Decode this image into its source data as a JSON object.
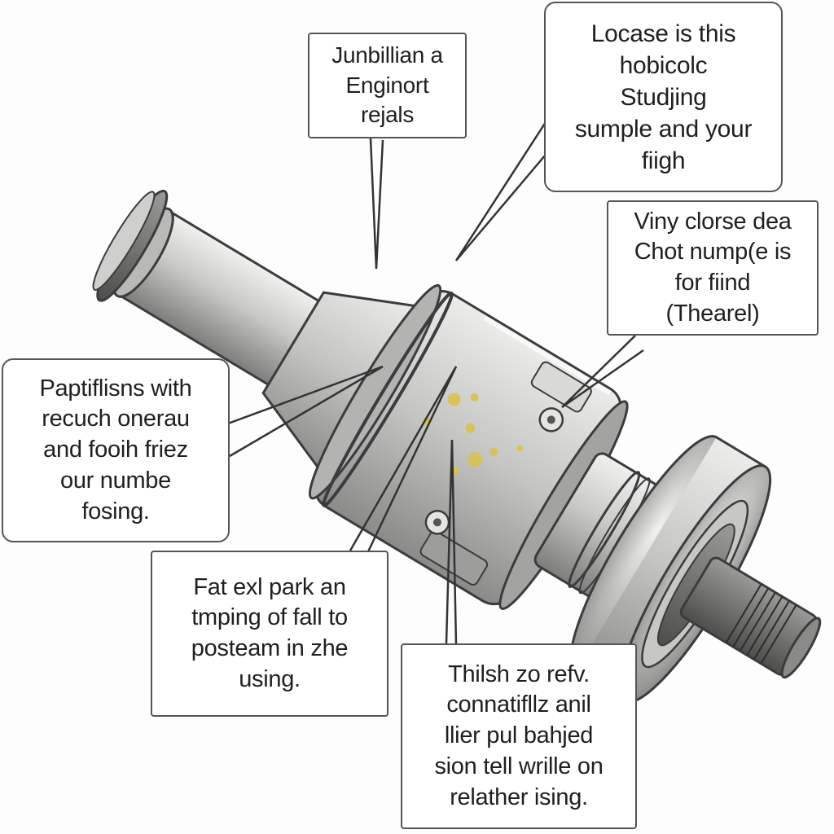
{
  "diagram": {
    "palette": {
      "metal_light": "#d8d8d6",
      "metal_mid": "#a9a9a7",
      "metal_dark": "#6d6d6b",
      "outline": "#3c3c3c",
      "grease": "#d9c24a"
    },
    "callouts": [
      {
        "lines": [
          "Junbillian a",
          "Enginort",
          "rejals"
        ]
      },
      {
        "lines": [
          "Locase is this",
          "hobicolc",
          "Studjing",
          "sumple and your",
          "fiigh"
        ]
      },
      {
        "lines": [
          "Viny clorse dea",
          "Chot nump(e is",
          "for fiind",
          "(Thearel)"
        ]
      },
      {
        "lines": [
          "Paptiflisns with",
          "recuch onerau",
          "and fooih friez",
          "our numbe",
          "fosing."
        ]
      },
      {
        "lines": [
          "Fat exl park an",
          "tmping of fall to",
          "posteam in zhe",
          "using."
        ]
      },
      {
        "lines": [
          "Thilsh zo refv.",
          "connatifllz anil",
          "llier pul bahjed",
          "sion tell wrille on",
          "relather ising."
        ]
      }
    ]
  }
}
